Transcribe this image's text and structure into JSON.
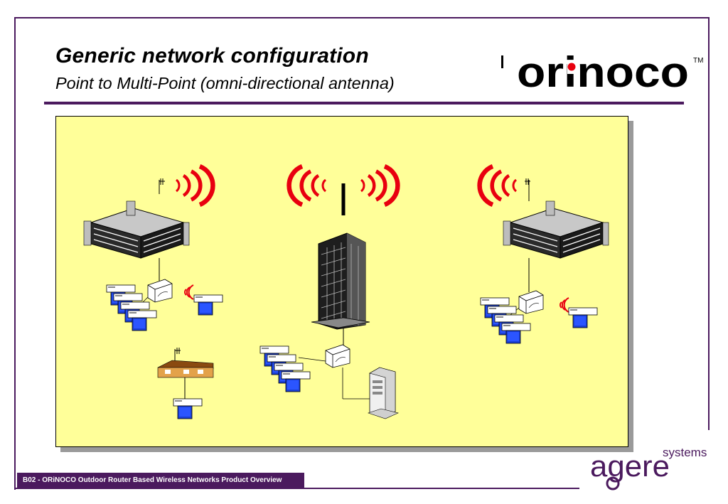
{
  "slide": {
    "title": "Generic network configuration",
    "subtitle": "Point to Multi-Point (omni-directional antenna)",
    "footer": "B02 - ORiNOCO Outdoor Router Based Wireless Networks Product Overview",
    "colors": {
      "accent": "#4b1a5e",
      "panel": "#ffff99",
      "waves": "#e8000f",
      "screen": "#1a3fd6"
    }
  },
  "logo": {
    "wordmark": "orinoco",
    "trademark": "TM"
  },
  "agere": {
    "word": "agere",
    "suffix": "systems"
  },
  "diagram": {
    "elements": [
      "central-tower",
      "left-office-building",
      "right-office-building",
      "house",
      "router-hubs",
      "client-workstations",
      "server"
    ]
  }
}
